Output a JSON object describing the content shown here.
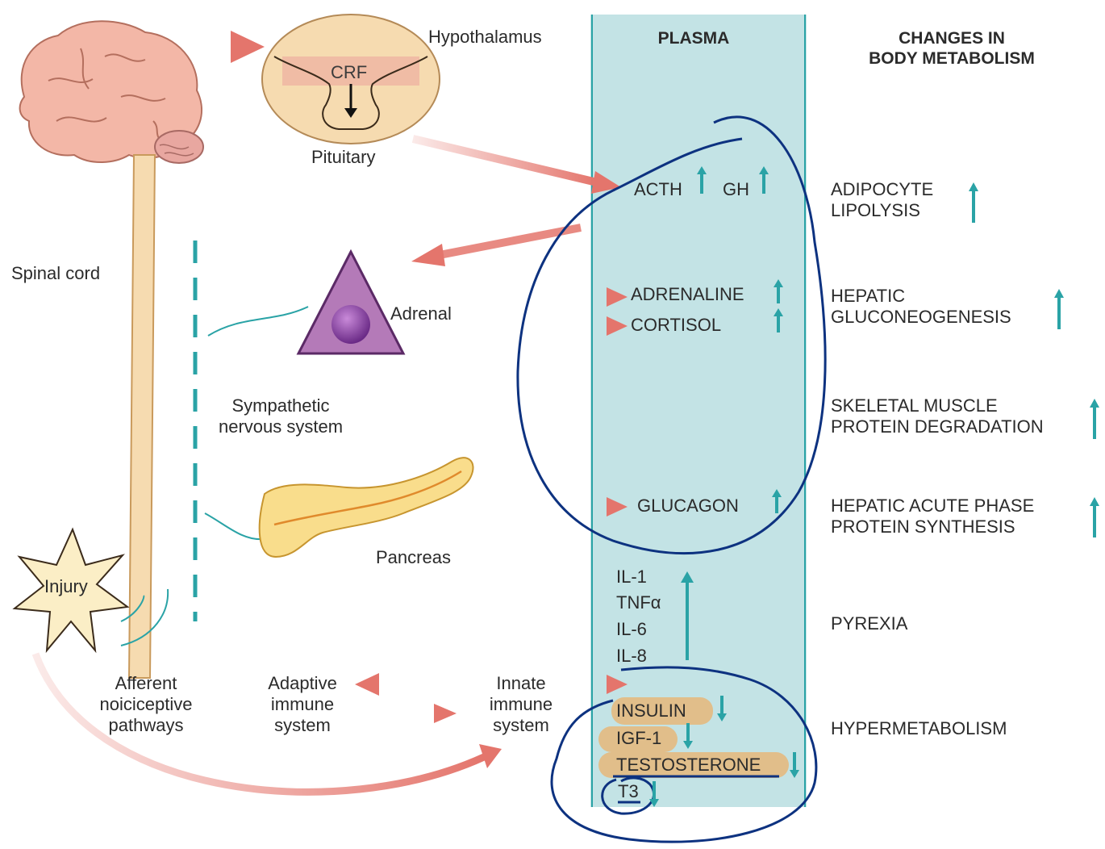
{
  "labels": {
    "hypothalamus": "Hypothalamus",
    "crf": "CRF",
    "pituitary": "Pituitary",
    "spinal_cord": "Spinal cord",
    "adrenal": "Adrenal",
    "sympathetic": [
      "Sympathetic",
      "nervous system"
    ],
    "pancreas": "Pancreas",
    "injury": "Injury",
    "afferent": [
      "Afferent",
      "noiciceptive",
      "pathways"
    ],
    "adaptive": [
      "Adaptive",
      "immune",
      "system"
    ],
    "innate": [
      "Innate",
      "immune",
      "system"
    ]
  },
  "plasma": {
    "heading": "PLASMA",
    "items": [
      {
        "id": "acth",
        "label": "ACTH",
        "direction": "up"
      },
      {
        "id": "gh",
        "label": "GH",
        "direction": "up"
      },
      {
        "id": "adrenaline",
        "label": "ADRENALINE",
        "direction": "up"
      },
      {
        "id": "cortisol",
        "label": "CORTISOL",
        "direction": "up"
      },
      {
        "id": "glucagon",
        "label": "GLUCAGON",
        "direction": "up"
      },
      {
        "id": "il1",
        "label": "IL-1",
        "direction": "up"
      },
      {
        "id": "tnfa",
        "label": "TNFα",
        "direction": "up"
      },
      {
        "id": "il6",
        "label": "IL-6",
        "direction": "up"
      },
      {
        "id": "il8",
        "label": "IL-8",
        "direction": "up"
      },
      {
        "id": "insulin",
        "label": "INSULIN",
        "direction": "down"
      },
      {
        "id": "igf1",
        "label": "IGF-1",
        "direction": "down"
      },
      {
        "id": "testosterone",
        "label": "TESTOSTERONE",
        "direction": "down"
      },
      {
        "id": "t3",
        "label": "T3",
        "direction": "down"
      }
    ]
  },
  "changes": {
    "heading": [
      "CHANGES IN",
      "BODY METABOLISM"
    ],
    "items": [
      {
        "lines": [
          "ADIPOCYTE",
          "LIPOLYSIS"
        ],
        "direction": "up"
      },
      {
        "lines": [
          "HEPATIC",
          "GLUCONEOGENESIS"
        ],
        "direction": "up"
      },
      {
        "lines": [
          "SKELETAL MUSCLE",
          "PROTEIN DEGRADATION"
        ],
        "direction": "up"
      },
      {
        "lines": [
          "HEPATIC ACUTE PHASE",
          "PROTEIN SYNTHESIS"
        ],
        "direction": "up"
      },
      {
        "lines": [
          "PYREXIA"
        ],
        "direction": ""
      },
      {
        "lines": [
          "HYPERMETABOLISM"
        ],
        "direction": ""
      }
    ]
  },
  "colors": {
    "plasma_band": "#c3e3e5",
    "teal": "#2aa3a6",
    "arrow": "#e4756c",
    "ink_annotation": "#0d3280",
    "highlight": "#e6b77a"
  },
  "icons": {
    "up": "up-arrow-icon",
    "down": "down-arrow-icon"
  }
}
